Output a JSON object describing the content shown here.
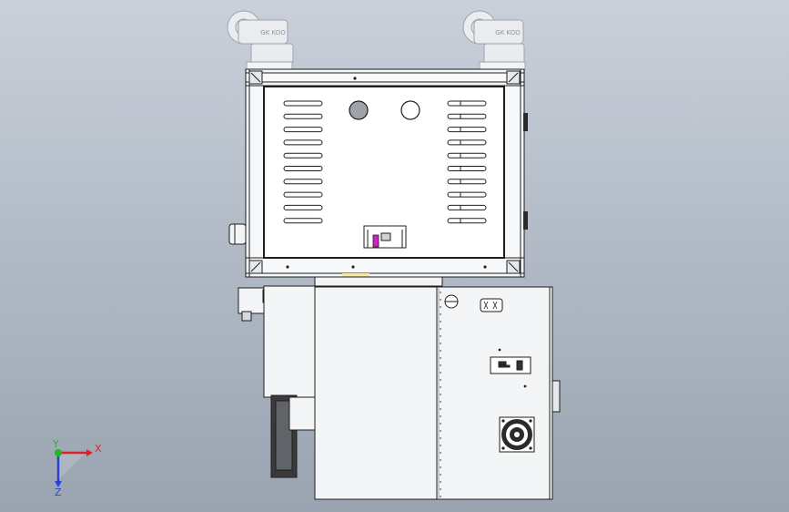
{
  "scene": {
    "view_type": "cad-orthographic-front-view",
    "model": "machine-cabinet-assembly",
    "background_top": "#c9d0da",
    "background_bottom": "#9aa4b1",
    "body_color": "#f4f5f6",
    "outline_color": "#1e1e1e"
  },
  "casters": {
    "count": 2,
    "stamp_text": "GK KOO"
  },
  "upper_panel": {
    "left_vent_slots": 10,
    "right_vent_slots": 10,
    "round_openings": 2,
    "indicator_color": "#d020c0"
  },
  "lower_cabinet": {
    "door_count": 2,
    "fan_guard": "fan-icon",
    "connector": "iec-socket-icon"
  },
  "axis_triad": {
    "x_label": "X",
    "y_label": "Y",
    "z_label": "Z",
    "x_color": "#d9232a",
    "y_color": "#1fb81f",
    "z_color": "#2b3fd6"
  }
}
